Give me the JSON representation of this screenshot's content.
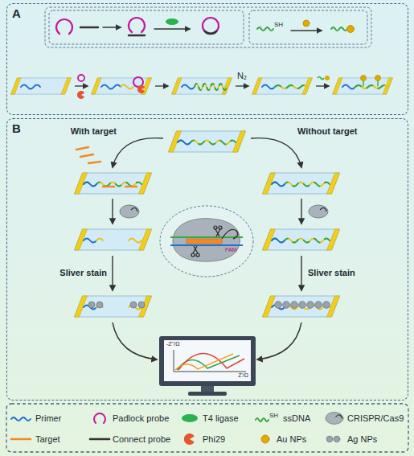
{
  "diagram": {
    "nodes": [
      {
        "text": [
          "A"
        ]
      },
      {
        "text": [
          "B"
        ]
      }
    ],
    "labels": [
      "SH",
      "N₂",
      "With target",
      "Without target",
      "PAM",
      "Sliver stain",
      "Sliver stain",
      "-Z''/Ω",
      "Z'/Ω",
      "SH"
    ],
    "legend": [
      {
        "text": "Primer"
      },
      {
        "text": "Padlock probe"
      },
      {
        "text": "T4 ligase"
      },
      {
        "text": "ssDNA"
      },
      {
        "text": "CRISPR/Cas9"
      },
      {
        "text": "Target"
      },
      {
        "text": "Connect probe"
      },
      {
        "text": "Phi29"
      },
      {
        "text": "Au NPs"
      },
      {
        "text": "Ag NPs"
      }
    ]
  }
}
